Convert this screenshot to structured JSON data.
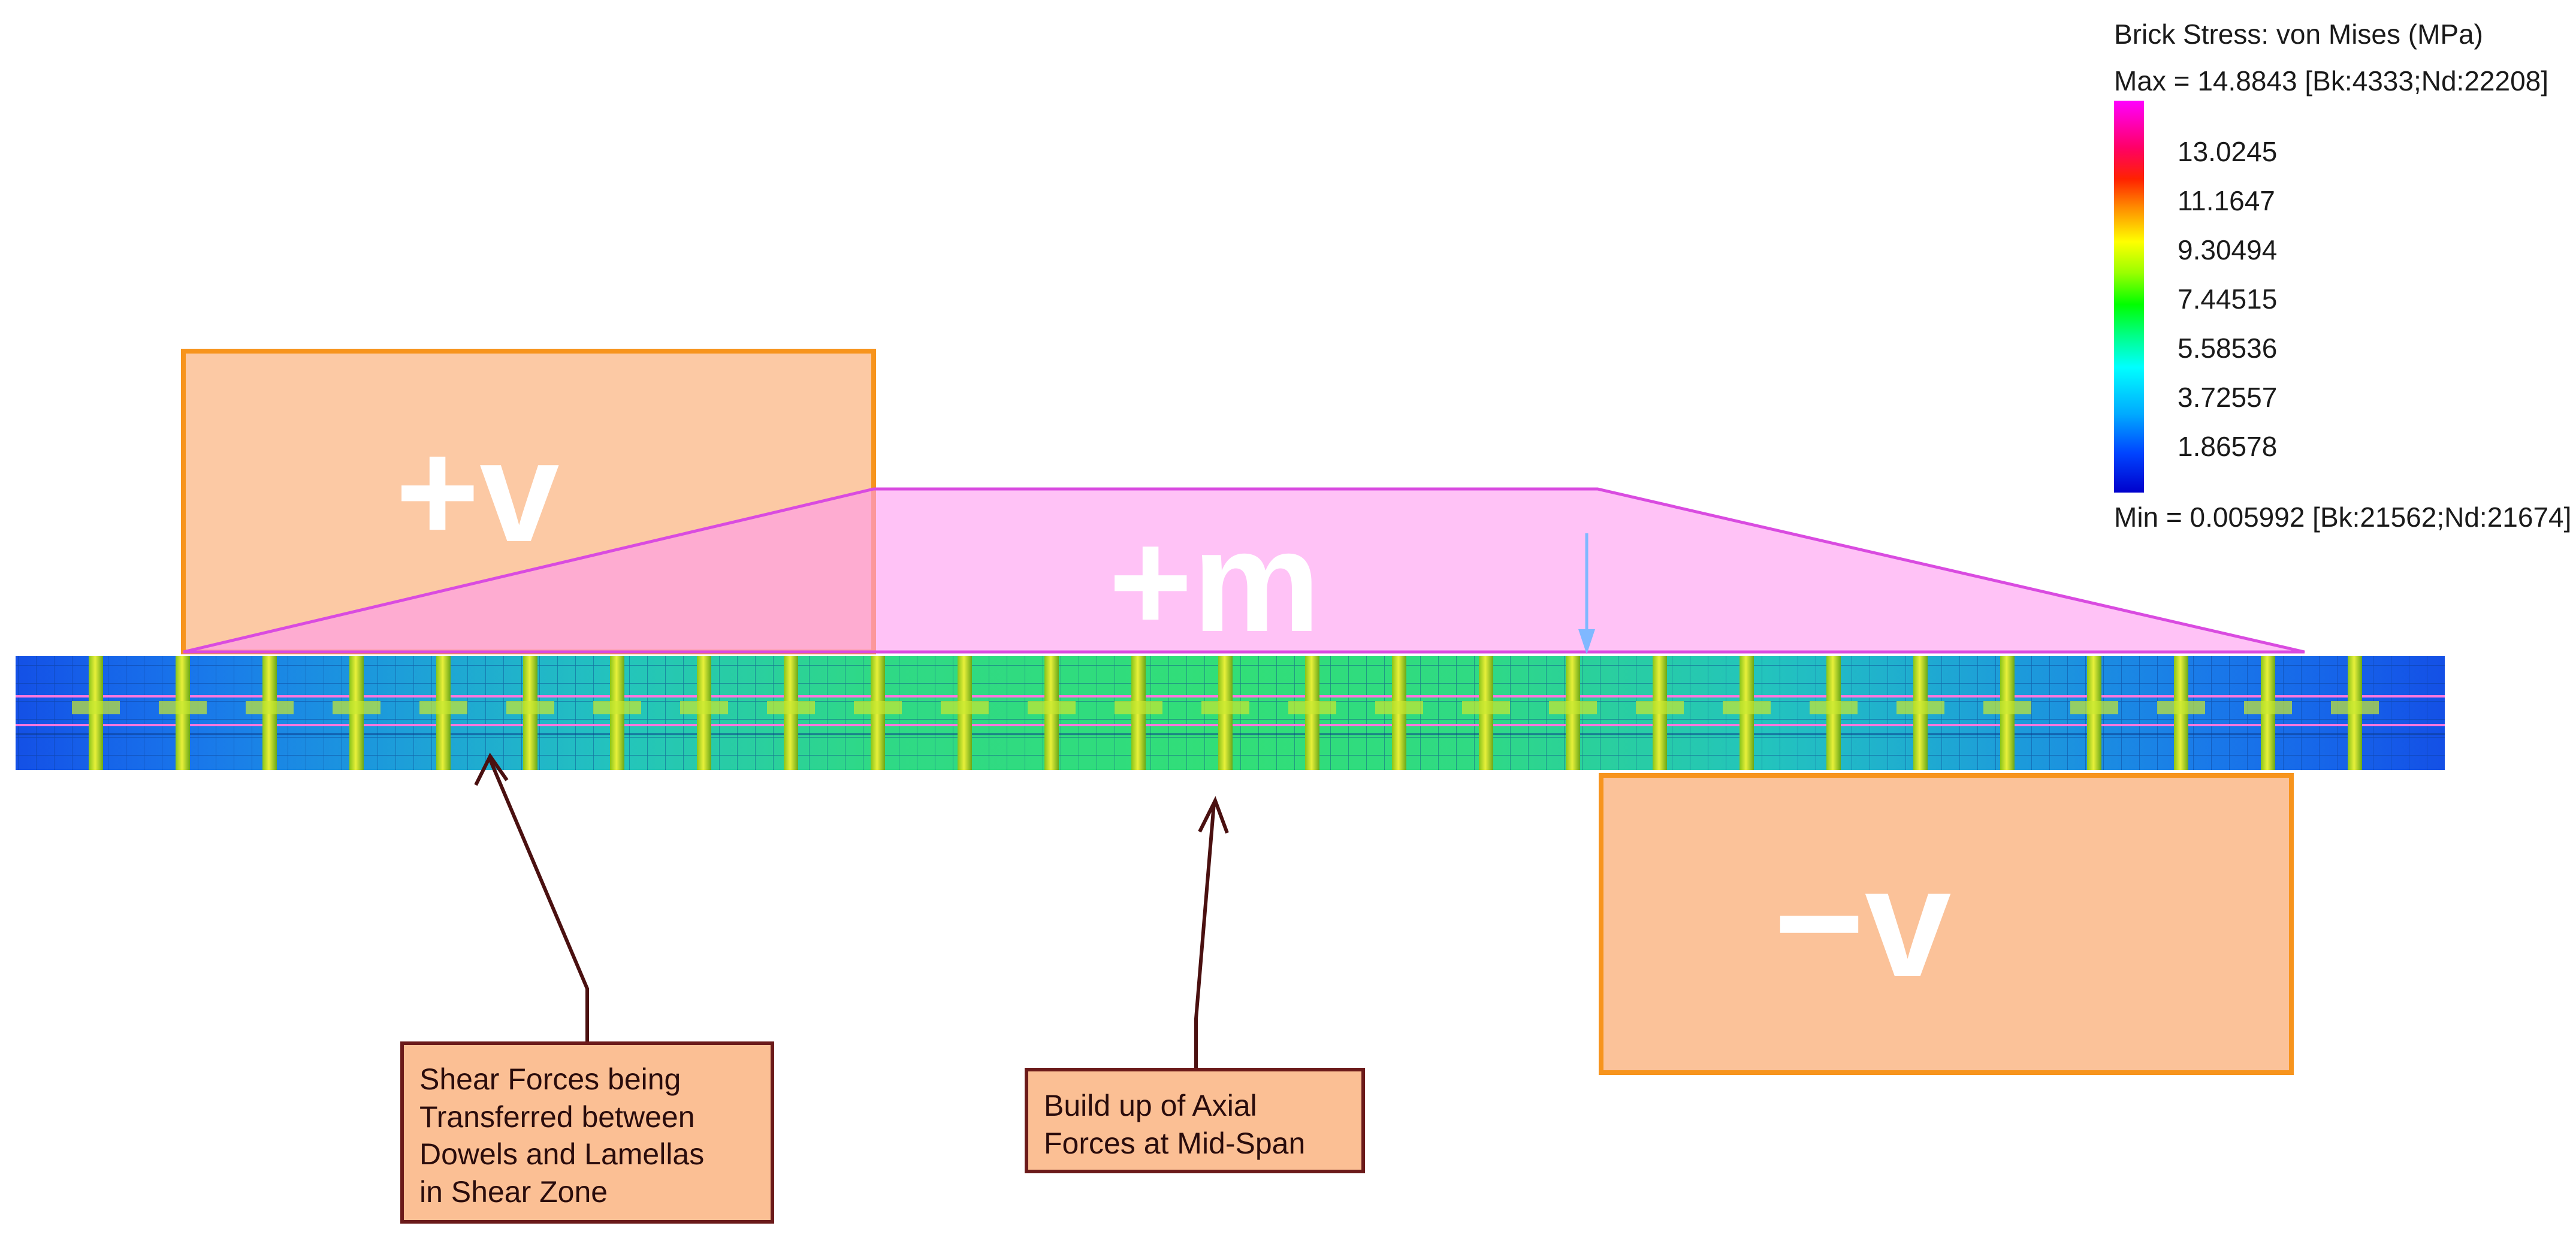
{
  "legend": {
    "title": "Brick Stress: von Mises (MPa)",
    "max": "Max = 14.8843 [Bk:4333;Nd:22208]",
    "min": "Min = 0.005992 [Bk:21562;Nd:21674]",
    "ticks": [
      "13.0245",
      "11.1647",
      "9.30494",
      "7.44515",
      "5.58536",
      "3.72557",
      "1.86578"
    ]
  },
  "labels": {
    "positive_shear": "+v",
    "moment": "+m",
    "negative_shear": "−v"
  },
  "callouts": {
    "shear": [
      "Shear Forces being",
      "Transferred between",
      "Dowels and Lamellas",
      "in Shear Zone"
    ],
    "axial": [
      "Build up of Axial",
      "Forces at Mid-Span"
    ]
  },
  "colors": {
    "shear_box_fill": "#fbbf94",
    "shear_box_border": "#f7941d",
    "moment_fill": "#ffb3f5",
    "moment_border": "#d94be0",
    "callout_border": "#6b1a1a",
    "beam_blue": "#1450e6",
    "beam_cyan": "#19d2e6",
    "beam_green": "#2ee65a",
    "dowel_yellow": "#d8e62a",
    "load_arrow": "#7fb8ff"
  }
}
